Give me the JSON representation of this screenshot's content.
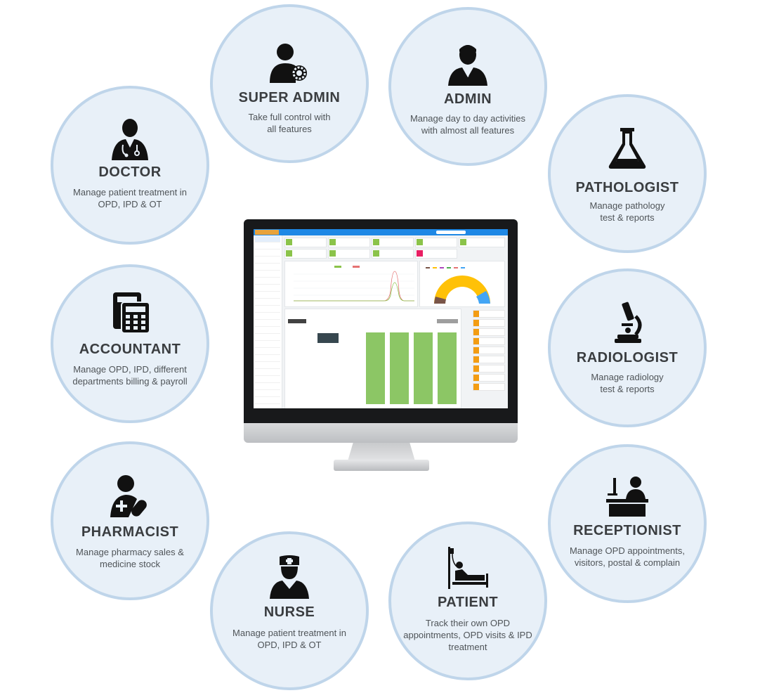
{
  "roles": [
    {
      "id": "super-admin",
      "title": "SUPER ADMIN",
      "desc_lines": [
        "Take full control with",
        "all features"
      ],
      "icon": "user-gear-icon"
    },
    {
      "id": "admin",
      "title": "ADMIN",
      "desc_lines": [
        "Manage day to day activities",
        "with almost all features"
      ],
      "icon": "admin-user-icon"
    },
    {
      "id": "doctor",
      "title": "DOCTOR",
      "desc_lines": [
        "Manage patient treatment in",
        "OPD, IPD & OT"
      ],
      "icon": "doctor-icon"
    },
    {
      "id": "pathologist",
      "title": "PATHOLOGIST",
      "desc_lines": [
        "Manage pathology",
        "test & reports"
      ],
      "icon": "flask-icon"
    },
    {
      "id": "accountant",
      "title": "ACCOUNTANT",
      "desc_lines": [
        "Manage OPD, IPD, different",
        "departments billing & payroll"
      ],
      "icon": "calculator-icon"
    },
    {
      "id": "radiologist",
      "title": "RADIOLOGIST",
      "desc_lines": [
        "Manage radiology",
        "test & reports"
      ],
      "icon": "microscope-icon"
    },
    {
      "id": "pharmacist",
      "title": "PHARMACIST",
      "desc_lines": [
        "Manage pharmacy sales &",
        "medicine stock"
      ],
      "icon": "pharmacist-icon"
    },
    {
      "id": "receptionist",
      "title": "RECEPTIONIST",
      "desc_lines": [
        "Manage OPD appointments,",
        "visitors, postal & complain"
      ],
      "icon": "receptionist-icon"
    },
    {
      "id": "nurse",
      "title": "NURSE",
      "desc_lines": [
        "Manage patient treatment in",
        "OPD, IPD & OT"
      ],
      "icon": "nurse-icon"
    },
    {
      "id": "patient",
      "title": "PATIENT",
      "desc_lines": [
        "Track their own OPD",
        "appointments, OPD visits & IPD",
        "treatment"
      ],
      "icon": "patient-bed-icon"
    }
  ],
  "colors": {
    "circle_fill": "#e8f0f8",
    "circle_border": "#bfd5ea",
    "title": "#3a3d40",
    "desc": "#4f5458",
    "app_topbar": "#1e88e5",
    "calendar_event": "#8cc665"
  }
}
